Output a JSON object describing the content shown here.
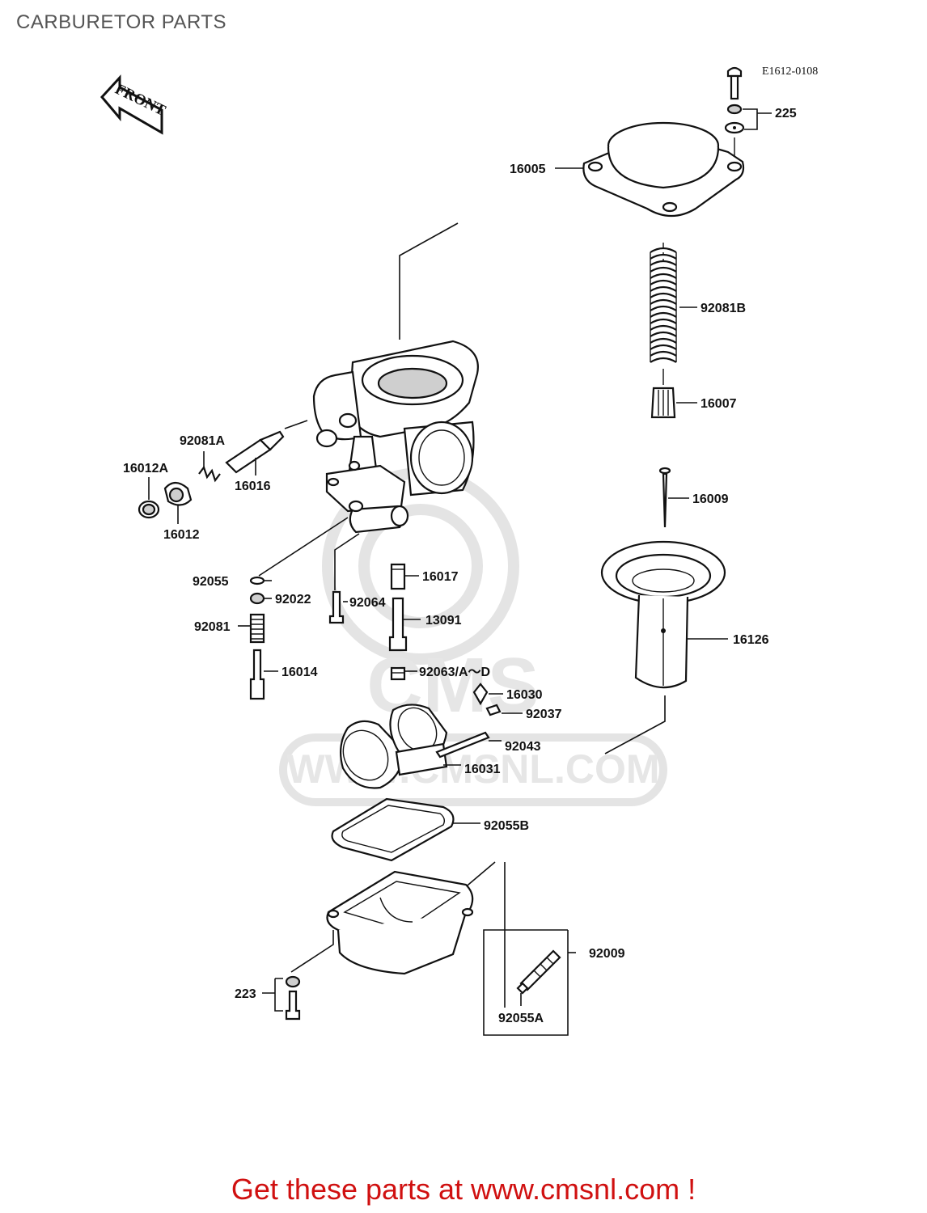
{
  "header": {
    "title": "CARBURETOR PARTS"
  },
  "diagram": {
    "reference_code": "E1612-0108",
    "front_arrow_label": "FRONT",
    "watermark_text": "WWW.CMSNL.COM",
    "watermark_logo": "CMS",
    "part_labels": [
      "225",
      "16005",
      "92081B",
      "16007",
      "16009",
      "16126",
      "92081A",
      "16012A",
      "16016",
      "16012",
      "92055",
      "92022",
      "92081",
      "16014",
      "16017",
      "92064",
      "13091",
      "92063/A～D",
      "16030",
      "92037",
      "92043",
      "16031",
      "92055B",
      "92009",
      "92055A",
      "223"
    ]
  },
  "footer": {
    "text": "Get these parts at www.cmsnl.com !"
  }
}
